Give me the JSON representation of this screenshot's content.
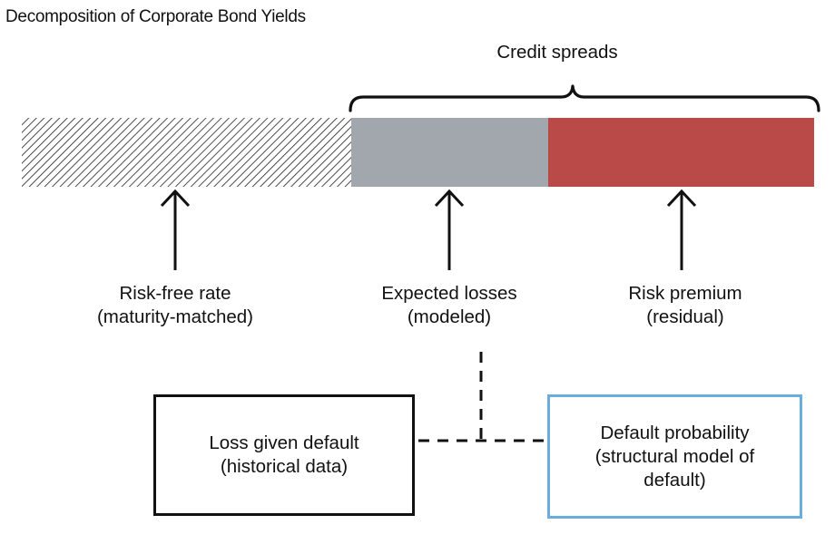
{
  "title": "Decomposition of Corporate Bond Yields",
  "brace_label": "Credit spreads",
  "colors": {
    "expected_losses_fill": "#a2a6ad",
    "risk_premium_fill": "#b94a48",
    "default_probability_border": "#6aaee0",
    "ink": "#111111"
  },
  "components": [
    {
      "line1": "Risk-free rate",
      "line2": "(maturity-matched)"
    },
    {
      "line1": "Expected losses",
      "line2": "(modeled)"
    },
    {
      "line1": "Risk premium",
      "line2": "(residual)"
    }
  ],
  "sub_boxes": {
    "loss_given_default": "Loss given default\n(historical data)",
    "default_probability": "Default probability\n(structural model of\ndefault)"
  }
}
